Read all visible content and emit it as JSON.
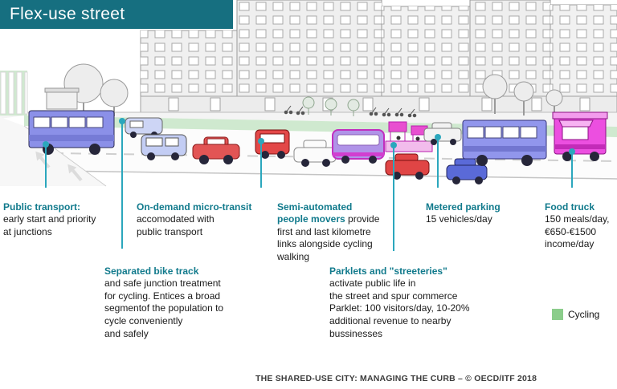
{
  "banner": {
    "title": "Flex-use street"
  },
  "colors": {
    "banner_teal": "#166f80",
    "heading_teal": "#117a8c",
    "leader_teal": "#2ba7bd",
    "cycling_green": "#8bcd8b",
    "bike_lane_green": "#cfe9cf",
    "body_text": "#1a1a1a"
  },
  "annotations": [
    {
      "id": "public-transport",
      "heading": "Public transport:",
      "body": "\nearly start and priority\nat junctions"
    },
    {
      "id": "on-demand-micro-transit",
      "heading": "On-demand micro-transit",
      "body": "\naccomodated with\npublic transport"
    },
    {
      "id": "semi-automated-people-movers",
      "heading": "Semi-automated\npeople movers",
      "body": " provide\nfirst and last kilometre\nlinks alongside cycling\nwalking"
    },
    {
      "id": "metered-parking",
      "heading": "Metered parking",
      "body": "\n15 vehicles/day"
    },
    {
      "id": "food-truck",
      "heading": "Food truck",
      "body": "\n150 meals/day,\n€650-€1500\nincome/day"
    },
    {
      "id": "separated-bike-track",
      "heading": "Separated bike track",
      "body": "\nand safe junction treatment\nfor cycling. Entices a broad\nsegmentof the population to\ncycle conveniently\nand safely"
    },
    {
      "id": "parklets-streeteries",
      "heading": "Parklets and \"streeteries\"",
      "body": "\nactivate public life in\nthe street and spur commerce\nParklet: 100 visitors/day, 10-20%\nadditional revenue to nearby\nbussinesses"
    }
  ],
  "legend": {
    "label": "Cycling"
  },
  "footer": {
    "text": "THE SHARED-USE CITY: MANAGING THE CURB – © OECD/ITF 2018"
  }
}
